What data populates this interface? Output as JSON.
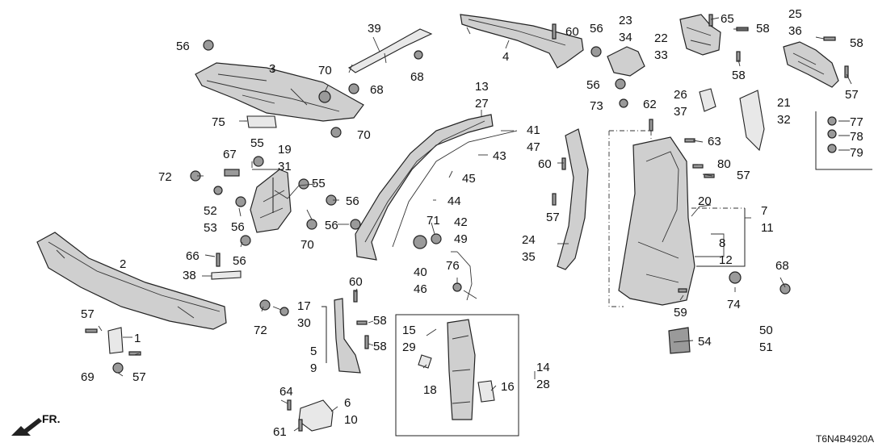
{
  "diagram": {
    "code": "T6N4B4920A",
    "direction_label": "FR.",
    "callouts": [
      {
        "key": "p56a",
        "lines": [
          "56"
        ]
      },
      {
        "key": "p3",
        "lines": [
          "3"
        ]
      },
      {
        "key": "p39",
        "lines": [
          "39"
        ]
      },
      {
        "key": "p4",
        "lines": [
          "4"
        ]
      },
      {
        "key": "p60a",
        "lines": [
          "60"
        ]
      },
      {
        "key": "p68a",
        "lines": [
          "68"
        ]
      },
      {
        "key": "p70a",
        "lines": [
          "70"
        ]
      },
      {
        "key": "p68b",
        "lines": [
          "68"
        ]
      },
      {
        "key": "p75",
        "lines": [
          "75"
        ]
      },
      {
        "key": "p70b",
        "lines": [
          "70"
        ]
      },
      {
        "key": "p56b",
        "lines": [
          "56"
        ]
      },
      {
        "key": "p23_34",
        "lines": [
          "23",
          "34"
        ]
      },
      {
        "key": "p65",
        "lines": [
          "65"
        ]
      },
      {
        "key": "p22_33",
        "lines": [
          "22",
          "33"
        ]
      },
      {
        "key": "p58a",
        "lines": [
          "58"
        ]
      },
      {
        "key": "p58b",
        "lines": [
          "58"
        ]
      },
      {
        "key": "p25_36",
        "lines": [
          "25",
          "36"
        ]
      },
      {
        "key": "p58c",
        "lines": [
          "58"
        ]
      },
      {
        "key": "p57a",
        "lines": [
          "57"
        ]
      },
      {
        "key": "p56c",
        "lines": [
          "56"
        ]
      },
      {
        "key": "p73",
        "lines": [
          "73"
        ]
      },
      {
        "key": "p26_37",
        "lines": [
          "26",
          "37"
        ]
      },
      {
        "key": "p21_32",
        "lines": [
          "21",
          "32"
        ]
      },
      {
        "key": "p77",
        "lines": [
          "77"
        ]
      },
      {
        "key": "p78",
        "lines": [
          "78"
        ]
      },
      {
        "key": "p79",
        "lines": [
          "79"
        ]
      },
      {
        "key": "p13_27",
        "lines": [
          "13",
          "27"
        ]
      },
      {
        "key": "p62",
        "lines": [
          "62"
        ]
      },
      {
        "key": "p41_47",
        "lines": [
          "41",
          "47"
        ]
      },
      {
        "key": "p63",
        "lines": [
          "63"
        ]
      },
      {
        "key": "p43",
        "lines": [
          "43"
        ]
      },
      {
        "key": "p60b",
        "lines": [
          "60"
        ]
      },
      {
        "key": "p80",
        "lines": [
          "80"
        ]
      },
      {
        "key": "p57b",
        "lines": [
          "57"
        ]
      },
      {
        "key": "p45",
        "lines": [
          "45"
        ]
      },
      {
        "key": "p20",
        "lines": [
          "20"
        ]
      },
      {
        "key": "p7_11",
        "lines": [
          "7",
          "11"
        ]
      },
      {
        "key": "p57c",
        "lines": [
          "57"
        ]
      },
      {
        "key": "p44",
        "lines": [
          "44"
        ]
      },
      {
        "key": "p67",
        "lines": [
          "67"
        ]
      },
      {
        "key": "p55a",
        "lines": [
          "55"
        ]
      },
      {
        "key": "p19_31",
        "lines": [
          "19",
          "31"
        ]
      },
      {
        "key": "p72a",
        "lines": [
          "72"
        ]
      },
      {
        "key": "p55b",
        "lines": [
          "55"
        ]
      },
      {
        "key": "p52_53",
        "lines": [
          "52",
          "53"
        ]
      },
      {
        "key": "p56d",
        "lines": [
          "56"
        ]
      },
      {
        "key": "p56e",
        "lines": [
          "56"
        ]
      },
      {
        "key": "p56f",
        "lines": [
          "56"
        ]
      },
      {
        "key": "p70c",
        "lines": [
          "70"
        ]
      },
      {
        "key": "p71",
        "lines": [
          "71"
        ]
      },
      {
        "key": "p42_49",
        "lines": [
          "42",
          "49"
        ]
      },
      {
        "key": "p24_35",
        "lines": [
          "24",
          "35"
        ]
      },
      {
        "key": "p8_12",
        "lines": [
          "8",
          "12"
        ]
      },
      {
        "key": "p56g",
        "lines": [
          "56"
        ]
      },
      {
        "key": "p66",
        "lines": [
          "66"
        ]
      },
      {
        "key": "p2",
        "lines": [
          "2"
        ]
      },
      {
        "key": "p40_46",
        "lines": [
          "40",
          "46"
        ]
      },
      {
        "key": "p76",
        "lines": [
          "76"
        ]
      },
      {
        "key": "p38",
        "lines": [
          "38"
        ]
      },
      {
        "key": "p60c",
        "lines": [
          "60"
        ]
      },
      {
        "key": "p68c",
        "lines": [
          "68"
        ]
      },
      {
        "key": "p74",
        "lines": [
          "74"
        ]
      },
      {
        "key": "p57d",
        "lines": [
          "57"
        ]
      },
      {
        "key": "p72b",
        "lines": [
          "72"
        ]
      },
      {
        "key": "p17_30",
        "lines": [
          "17",
          "30"
        ]
      },
      {
        "key": "p59",
        "lines": [
          "59"
        ]
      },
      {
        "key": "p58d",
        "lines": [
          "58"
        ]
      },
      {
        "key": "p15_29",
        "lines": [
          "15",
          "29"
        ]
      },
      {
        "key": "p1",
        "lines": [
          "1"
        ]
      },
      {
        "key": "p58e",
        "lines": [
          "58"
        ]
      },
      {
        "key": "p50_51",
        "lines": [
          "50",
          "51"
        ]
      },
      {
        "key": "p54",
        "lines": [
          "54"
        ]
      },
      {
        "key": "p5_9",
        "lines": [
          "5",
          "9"
        ]
      },
      {
        "key": "p14_28",
        "lines": [
          "14",
          "28"
        ]
      },
      {
        "key": "p69",
        "lines": [
          "69"
        ]
      },
      {
        "key": "p57e",
        "lines": [
          "57"
        ]
      },
      {
        "key": "p18",
        "lines": [
          "18"
        ]
      },
      {
        "key": "p16",
        "lines": [
          "16"
        ]
      },
      {
        "key": "p64",
        "lines": [
          "64"
        ]
      },
      {
        "key": "p6_10",
        "lines": [
          "6",
          "10"
        ]
      },
      {
        "key": "p61",
        "lines": [
          "61"
        ]
      }
    ]
  }
}
